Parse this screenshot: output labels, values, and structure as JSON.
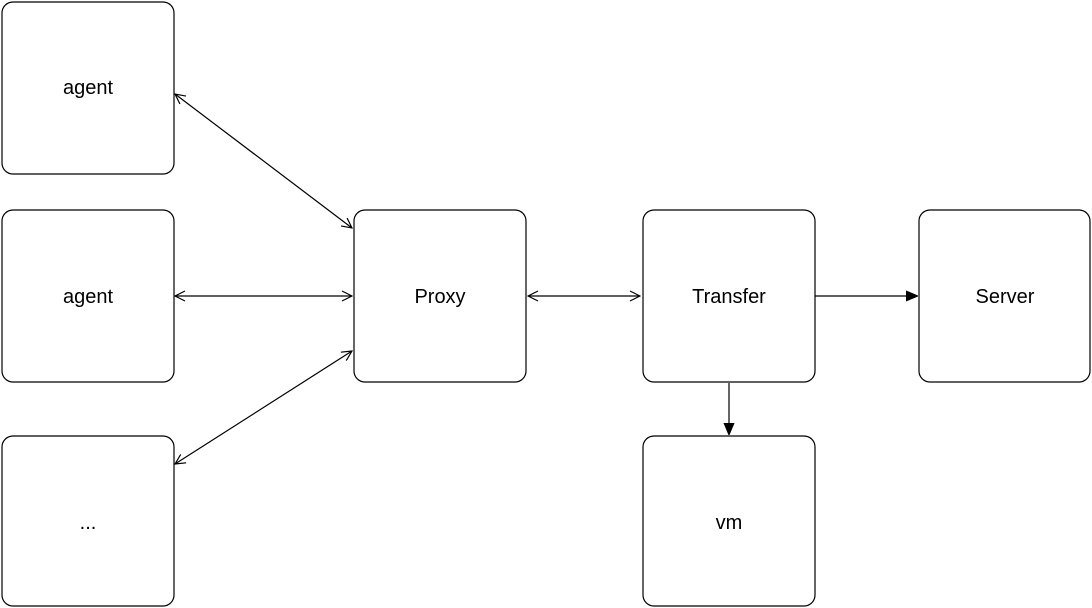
{
  "diagram": {
    "nodes": [
      {
        "id": "agent1",
        "label": "agent"
      },
      {
        "id": "agent2",
        "label": "agent"
      },
      {
        "id": "agent3",
        "label": "..."
      },
      {
        "id": "proxy",
        "label": "Proxy"
      },
      {
        "id": "transfer",
        "label": "Transfer"
      },
      {
        "id": "server",
        "label": "Server"
      },
      {
        "id": "vm",
        "label": "vm"
      }
    ],
    "edges": [
      {
        "from": "agent1",
        "to": "proxy",
        "direction": "both"
      },
      {
        "from": "agent2",
        "to": "proxy",
        "direction": "both"
      },
      {
        "from": "agent3",
        "to": "proxy",
        "direction": "both"
      },
      {
        "from": "proxy",
        "to": "transfer",
        "direction": "both"
      },
      {
        "from": "transfer",
        "to": "server",
        "direction": "forward"
      },
      {
        "from": "transfer",
        "to": "vm",
        "direction": "forward"
      }
    ],
    "colors": {
      "stroke": "#000000",
      "fill": "#ffffff",
      "text": "#000000"
    }
  }
}
